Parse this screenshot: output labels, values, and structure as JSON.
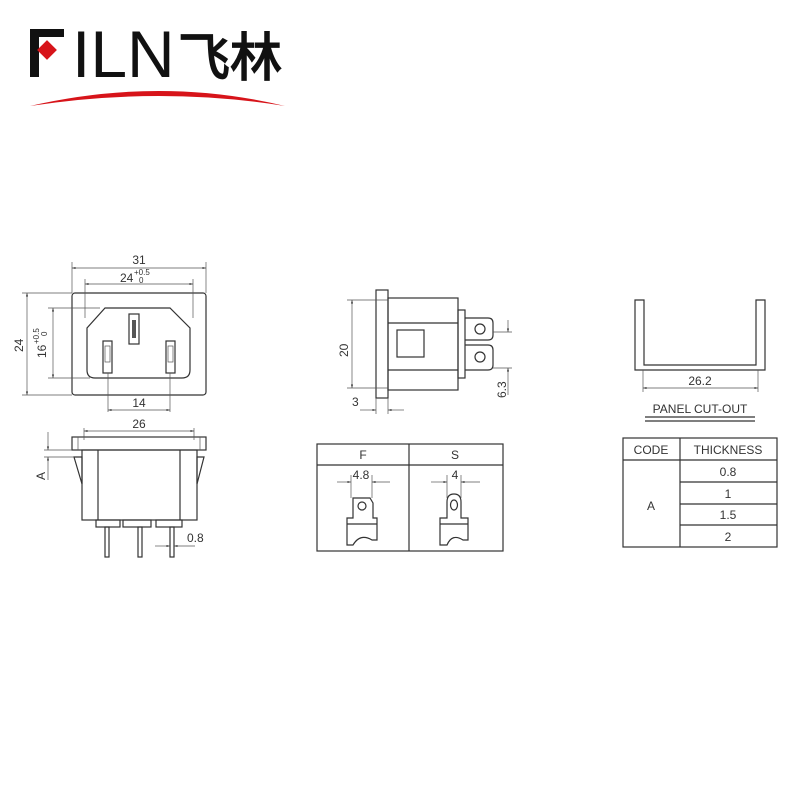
{
  "logo": {
    "brand": "FILN",
    "chinese": "飞林",
    "accent_color": "#d7141a"
  },
  "front_view": {
    "width": "31",
    "opening_width": "24",
    "opening_width_tol_upper": "+0.5",
    "opening_width_tol_lower": "0",
    "height": "24",
    "opening_height": "16",
    "opening_height_tol_upper": "+0.5",
    "opening_height_tol_lower": "0",
    "pin_spacing": "14"
  },
  "bottom_view": {
    "flange_width": "26",
    "panel_code": "A",
    "pin_width": "0.8"
  },
  "side_view": {
    "height": "20",
    "flange_thickness": "3",
    "tab_pitch": "6.3"
  },
  "terminal_table": {
    "headers": [
      "F",
      "S"
    ],
    "f_width": "4.8",
    "s_width": "4"
  },
  "panel_cutout": {
    "width": "26.2",
    "label": "PANEL CUT-OUT"
  },
  "thickness_table": {
    "headers": [
      "CODE",
      "THICKNESS"
    ],
    "code": "A",
    "values": [
      "0.8",
      "1",
      "1.5",
      "2"
    ]
  }
}
